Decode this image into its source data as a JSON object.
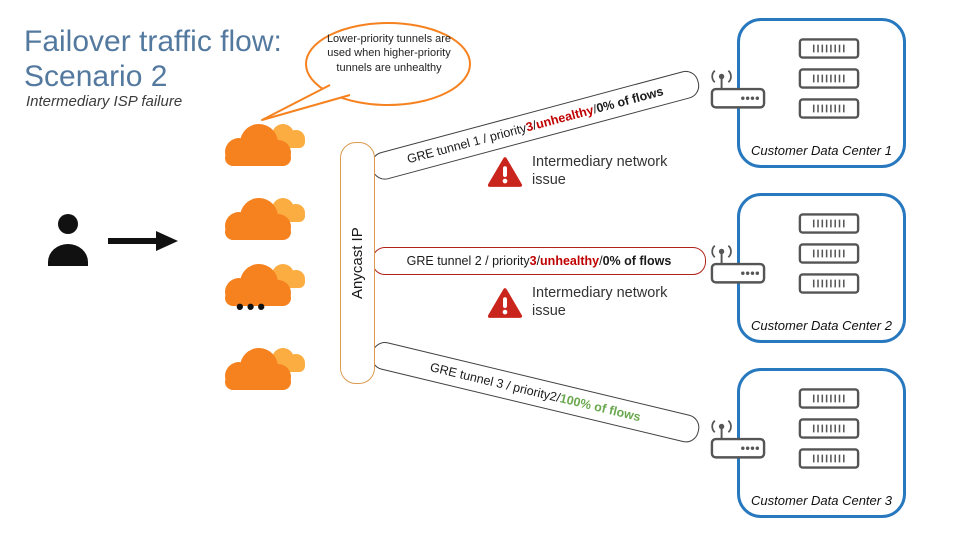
{
  "title": {
    "line1": "Failover traffic flow:",
    "line2": "Scenario 2",
    "subtitle": "Intermediary ISP failure"
  },
  "speech_bubble": {
    "text": "Lower-priority tunnels are used when higher-priority tunnels are unhealthy"
  },
  "source": {
    "ellipsis": "•••"
  },
  "anycast": {
    "label": "Anycast IP"
  },
  "tunnels": [
    {
      "seg": [
        "GRE tunnel 1 / priority ",
        "3",
        " / ",
        "unhealthy",
        " / ",
        "0% of flows"
      ]
    },
    {
      "seg": [
        "GRE tunnel 2 / priority ",
        "3",
        " / ",
        "unhealthy",
        " / ",
        "0% of flows"
      ]
    },
    {
      "seg": [
        "GRE tunnel 3 / priority ",
        "2",
        " / ",
        "100% of flows"
      ]
    }
  ],
  "warnings": [
    "Intermediary network issue",
    "Intermediary network issue"
  ],
  "data_centers": [
    {
      "label": "Customer Data Center 1"
    },
    {
      "label": "Customer Data Center 2"
    },
    {
      "label": "Customer Data Center 3"
    }
  ],
  "icons": {
    "user": "user-icon",
    "arrow": "arrow-right-icon",
    "cloud": "cloudflare-cloud-icon",
    "warning": "warning-triangle-icon",
    "router": "router-icon",
    "server": "server-icon"
  },
  "colors": {
    "title_blue": "#54799F",
    "cloud_orange": "#F6821F",
    "cloud_light_orange": "#FBAD41",
    "anycast_border": "#DB9A4F",
    "tunnel_border": "#404040",
    "tunnel_unhealthy_border": "#B02318",
    "status_red": "#C00000",
    "flows_green": "#6AA84F",
    "warning_red": "#C9251C",
    "dc_border_blue": "#2778BE"
  }
}
